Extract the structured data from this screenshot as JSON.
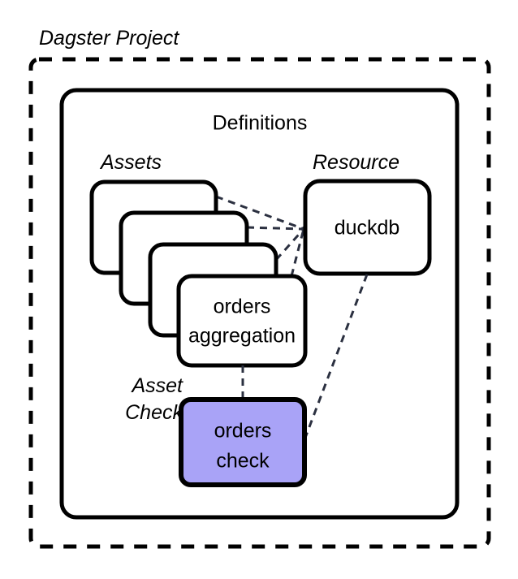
{
  "diagram": {
    "title": "Dagster Project",
    "container": {
      "label": "Definitions"
    },
    "groups": {
      "assets_label": "Assets",
      "resource_label": "Resource",
      "asset_check_label_line1": "Asset",
      "asset_check_label_line2": "Check"
    },
    "nodes": {
      "asset_card_1": "",
      "asset_card_2": "",
      "asset_card_3": "",
      "orders_aggregation_line1": "orders",
      "orders_aggregation_line2": "aggregation",
      "duckdb": "duckdb",
      "orders_check_line1": "orders",
      "orders_check_line2": "check"
    },
    "colors": {
      "stroke": "#000000",
      "dashed_border": "#000000",
      "node_fill": "#ffffff",
      "check_fill": "#a9a3f7",
      "connector": "#2b3040",
      "background": "#ffffff"
    },
    "edges": [
      {
        "name": "asset-1-to-duckdb",
        "from": "asset_card_1",
        "to": "duckdb",
        "style": "dashed"
      },
      {
        "name": "asset-2-to-duckdb",
        "from": "asset_card_2",
        "to": "duckdb",
        "style": "dashed"
      },
      {
        "name": "asset-3-to-duckdb",
        "from": "asset_card_3",
        "to": "duckdb",
        "style": "dashed"
      },
      {
        "name": "orders-aggregation-to-duckdb",
        "from": "orders_aggregation",
        "to": "duckdb",
        "style": "dashed"
      },
      {
        "name": "orders-aggregation-to-orders-check",
        "from": "orders_aggregation",
        "to": "orders_check",
        "style": "dashed"
      },
      {
        "name": "duckdb-to-orders-check",
        "from": "duckdb",
        "to": "orders_check",
        "style": "dashed"
      }
    ]
  }
}
